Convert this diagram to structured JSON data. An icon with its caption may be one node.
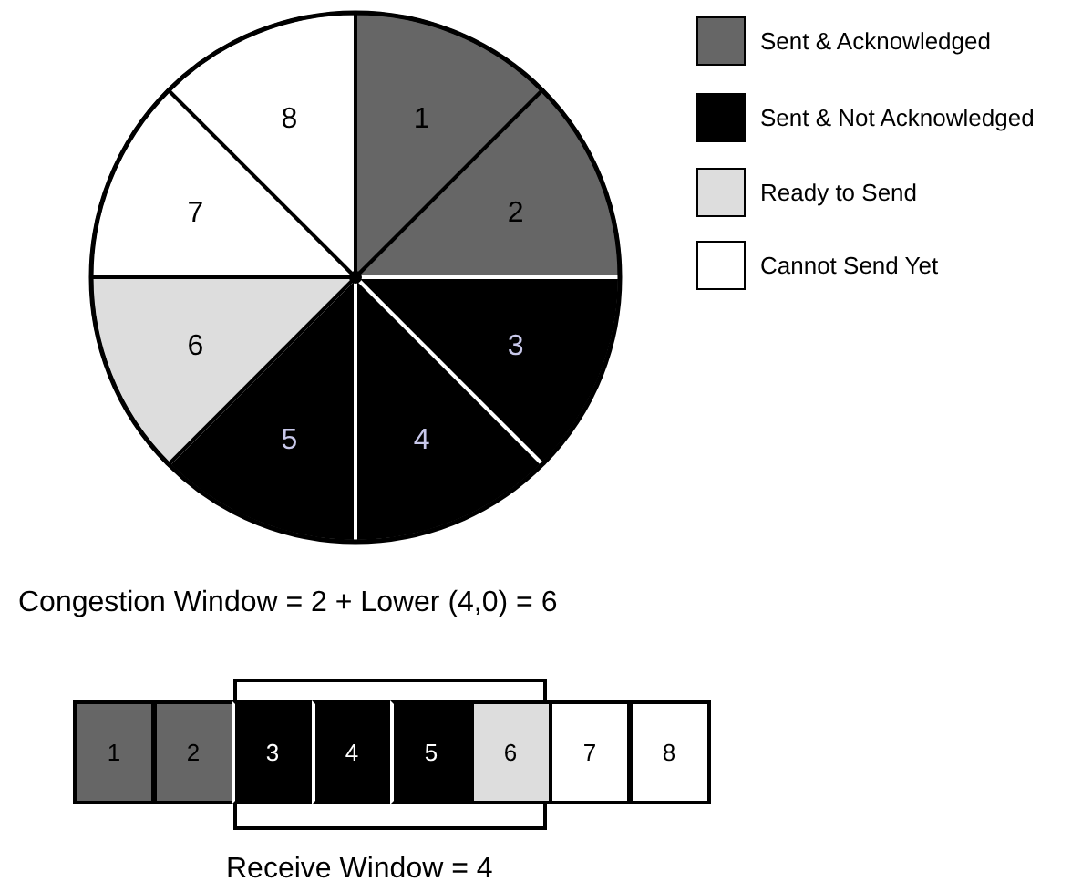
{
  "diagram": {
    "nodes": [
      {
        "text": [
          "1"
        ]
      },
      {
        "text": [
          "2"
        ]
      },
      {
        "text": [
          "3"
        ]
      },
      {
        "text": [
          "4"
        ]
      },
      {
        "text": [
          "5"
        ]
      },
      {
        "text": [
          "6"
        ]
      },
      {
        "text": [
          "7"
        ]
      },
      {
        "text": [
          "8"
        ]
      },
      {
        "text": [
          "1"
        ]
      },
      {
        "text": [
          "2"
        ]
      },
      {
        "text": [
          "3"
        ]
      },
      {
        "text": [
          "4"
        ]
      },
      {
        "text": [
          "5"
        ]
      },
      {
        "text": [
          "6"
        ]
      },
      {
        "text": [
          "7"
        ]
      },
      {
        "text": [
          "8"
        ]
      }
    ],
    "edges": [],
    "labels": [
      "Congestion Window = 2 + Lower (4,0) = 6",
      "Receive Window = 4"
    ],
    "legend": [
      {
        "text": "Sent & Acknowledged",
        "color": "#666666"
      },
      {
        "text": "Sent & Not Acknowledged",
        "color": "#000000"
      },
      {
        "text": "Ready to Send",
        "color": "#dddddd"
      },
      {
        "text": "Cannot Send Yet",
        "color": "#ffffff"
      }
    ]
  }
}
